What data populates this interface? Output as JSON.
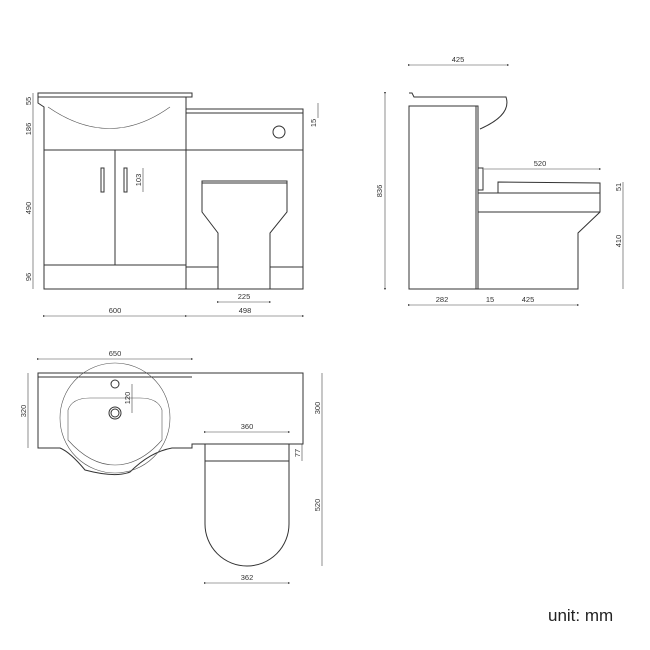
{
  "unit_label": "unit: mm",
  "front_view": {
    "basin_lip": "55",
    "basin_height": "186",
    "door_height": "490",
    "plinth_height": "96",
    "handle_length": "103",
    "top_step": "15",
    "pan_base_width": "225",
    "vanity_width": "600",
    "wc_unit_width": "498"
  },
  "side_view": {
    "basin_depth": "425",
    "total_height": "836",
    "pan_length": "520",
    "seat_thickness": "51",
    "pan_height": "410",
    "cabinet_depth": "282",
    "gap": "15",
    "pan_projection": "425"
  },
  "top_view": {
    "total_width": "650",
    "basin_depth": "320",
    "tap_to_waste": "120",
    "unit_depth": "300",
    "seat_width": "360",
    "seat_hinge": "77",
    "pan_length": "520",
    "pan_width": "362"
  }
}
